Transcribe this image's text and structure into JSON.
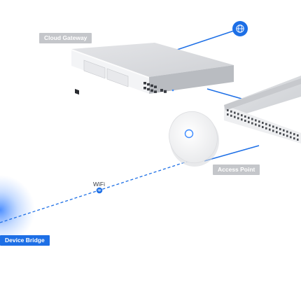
{
  "labels": {
    "cloud_gateway": "Cloud Gateway",
    "access_point": "Access Point",
    "device_bridge": "Device Bridge",
    "wifi": "WiFi"
  },
  "icons": {
    "internet": "globe-icon",
    "wifi_marker": "wifi-icon"
  },
  "colors": {
    "accent": "#1d6fe6",
    "gray_tag": "#c4c6ca",
    "device_body": "#d9dadd",
    "access_point_led": "#3d8bff"
  }
}
